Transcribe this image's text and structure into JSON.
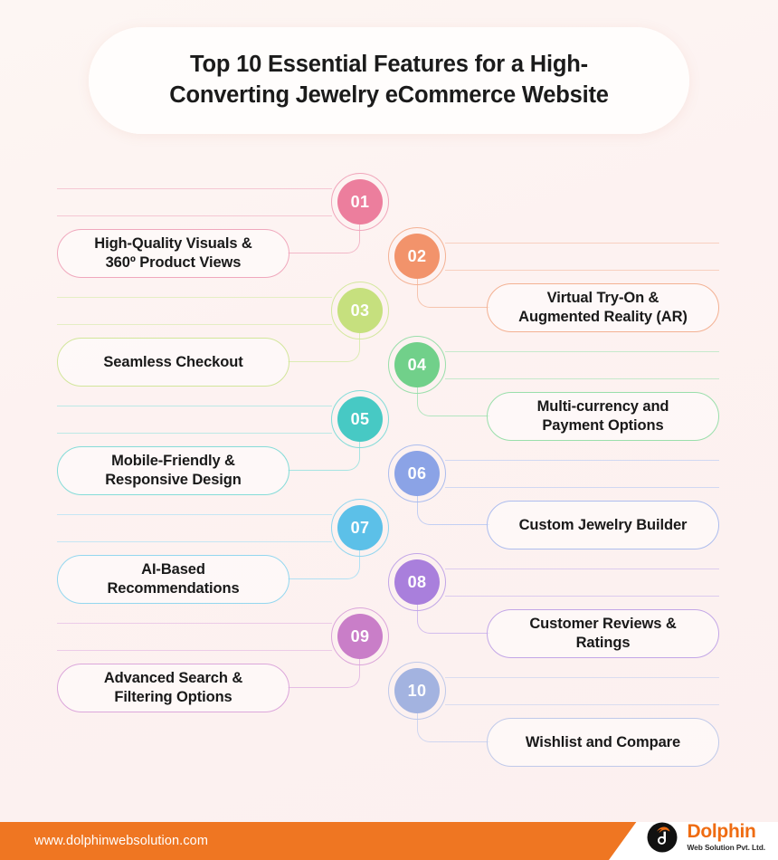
{
  "title": {
    "line1": "Top 10 Essential Features for a High-",
    "line2": "Converting Jewelry eCommerce Website",
    "accent": "#e2671c"
  },
  "items": [
    {
      "number": "01",
      "label_line1": "High-Quality Visuals &",
      "label_line2": "360º Product Views",
      "side": "left",
      "color": "#ec7e9d",
      "ring": "#f0a6bb",
      "line": "#f2b8c8",
      "pill_border": "#f0a8bd"
    },
    {
      "number": "02",
      "label_line1": "Virtual Try-On &",
      "label_line2": "Augmented Reality (AR)",
      "side": "right",
      "color": "#f2936b",
      "ring": "#f4b295",
      "line": "#f6c4ae",
      "pill_border": "#f3b193"
    },
    {
      "number": "03",
      "label_line1": "Seamless Checkout",
      "label_line2": "",
      "side": "left",
      "color": "#c6e07e",
      "ring": "#d4e89f",
      "line": "#dcecb4",
      "pill_border": "#d2e69b"
    },
    {
      "number": "04",
      "label_line1": "Multi-currency and",
      "label_line2": "Payment Options",
      "side": "right",
      "color": "#71d08a",
      "ring": "#9adfab",
      "line": "#b2e6bf",
      "pill_border": "#9adfab"
    },
    {
      "number": "05",
      "label_line1": "Mobile-Friendly &",
      "label_line2": "Responsive Design",
      "side": "left",
      "color": "#47c9c4",
      "ring": "#84dcd8",
      "line": "#a6e5e2",
      "pill_border": "#85dcd8"
    },
    {
      "number": "06",
      "label_line1": "Custom Jewelry Builder",
      "label_line2": "",
      "side": "right",
      "color": "#8ba3e6",
      "ring": "#acbdee",
      "line": "#c2cff3",
      "pill_border": "#adbdee"
    },
    {
      "number": "07",
      "label_line1": "AI-Based",
      "label_line2": "Recommendations",
      "side": "left",
      "color": "#5cc0e8",
      "ring": "#92d6ef",
      "line": "#b1e1f4",
      "pill_border": "#93d7ef"
    },
    {
      "number": "08",
      "label_line1": "Customer Reviews &",
      "label_line2": "Ratings",
      "side": "right",
      "color": "#a97fdc",
      "ring": "#c2a6e7",
      "line": "#d2bdee",
      "pill_border": "#c3a7e7"
    },
    {
      "number": "09",
      "label_line1": "Advanced Search &",
      "label_line2": "Filtering Options",
      "side": "left",
      "color": "#c97ec8",
      "ring": "#dba6da",
      "line": "#e5bde4",
      "pill_border": "#dca7db"
    },
    {
      "number": "10",
      "label_line1": "Wishlist and Compare",
      "label_line2": "",
      "side": "right",
      "color": "#a3b3e0",
      "ring": "#bfc9ea",
      "line": "#cfd6f0",
      "pill_border": "#c0caea"
    }
  ],
  "footer": {
    "url": "www.dolphinwebsolution.com",
    "logo_name": "Dolphin",
    "logo_tagline": "Web Solution Pvt. Ltd.",
    "bar_color": "#ef7622",
    "logo_color": "#ef6c12"
  }
}
